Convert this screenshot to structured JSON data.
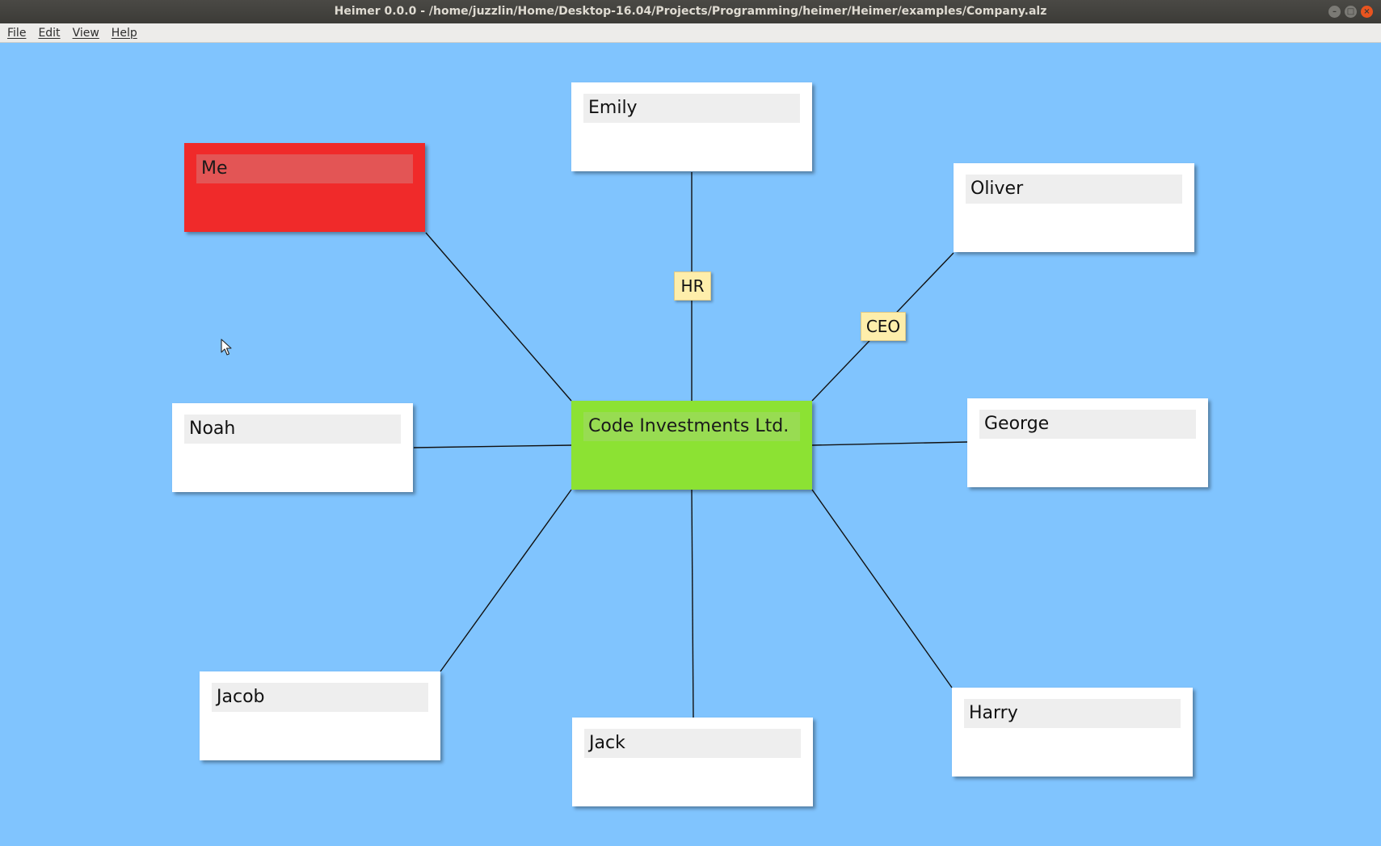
{
  "window": {
    "title": "Heimer 0.0.0 - /home/juzzlin/Home/Desktop-16.04/Projects/Programming/heimer/Heimer/examples/Company.alz",
    "controls": [
      "minimize-icon",
      "maximize-icon",
      "close-icon"
    ]
  },
  "menu": {
    "file": "File",
    "edit": "Edit",
    "view": "View",
    "help": "Help"
  },
  "colors": {
    "background": "#80c4fe",
    "node_default": "#ffffff",
    "node_me": "#f02a2a",
    "node_center": "#8ce233",
    "edge_label": "#feeeab"
  },
  "mindmap": {
    "center": {
      "text": "Code Investments Ltd."
    },
    "nodes": {
      "emily": {
        "text": "Emily"
      },
      "me": {
        "text": "Me"
      },
      "oliver": {
        "text": "Oliver"
      },
      "noah": {
        "text": "Noah"
      },
      "george": {
        "text": "George"
      },
      "jacob": {
        "text": "Jacob"
      },
      "jack": {
        "text": "Jack"
      },
      "harry": {
        "text": "Harry"
      }
    },
    "edge_labels": {
      "hr": "HR",
      "ceo": "CEO"
    }
  }
}
